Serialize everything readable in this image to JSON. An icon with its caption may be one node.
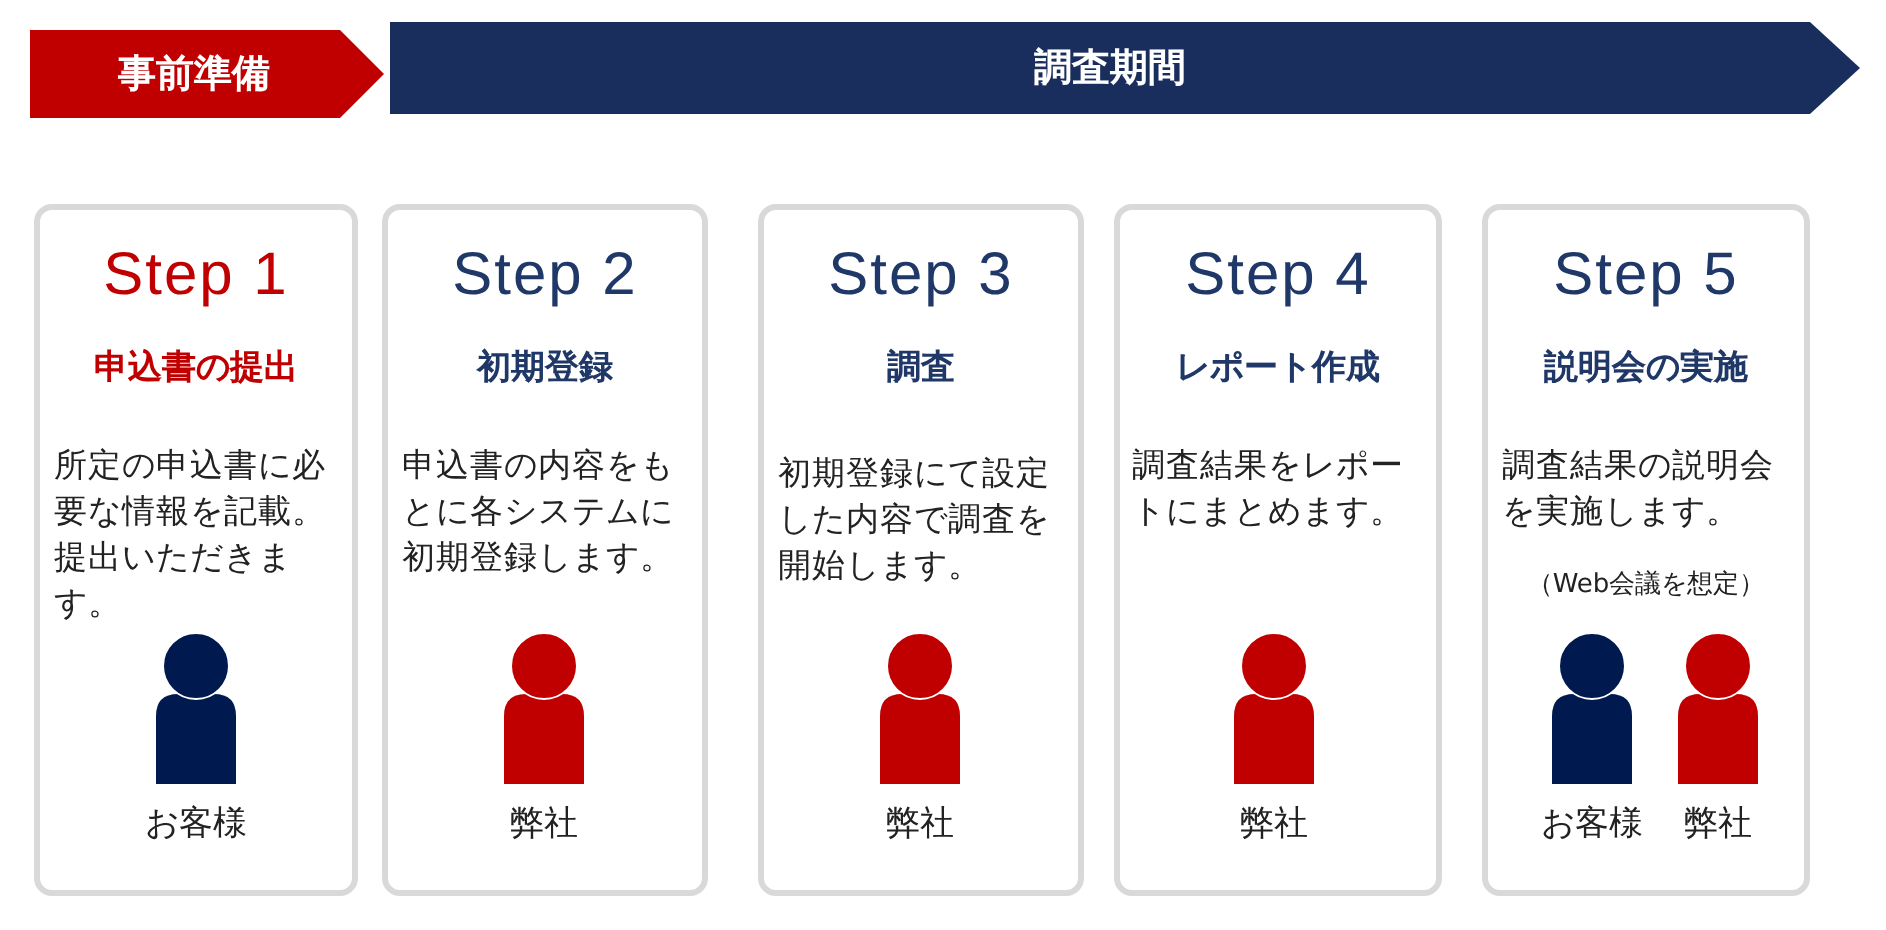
{
  "diagram": {
    "nodes": [
      {
        "text": [
          "事前準備"
        ]
      },
      {
        "text": [
          "調査期間"
        ]
      },
      {
        "text": [
          "Step 1",
          "申込書の提出",
          "所定の申込書に必要な情報を記載。提出いただきます。",
          "お客様"
        ]
      },
      {
        "text": [
          "Step 2",
          "初期登録",
          "申込書の内容をもとに各システムに初期登録します。",
          "弊社"
        ]
      },
      {
        "text": [
          "Step 3",
          "調査",
          "初期登録にて設定した内容で調査を開始します。",
          "弊社"
        ]
      },
      {
        "text": [
          "Step 4",
          "レポート作成",
          "調査結果をレポートにまとめます。",
          "弊社"
        ]
      },
      {
        "text": [
          "Step 5",
          "説明会の実施",
          "調査結果の説明会を実施します。",
          "（Web会議を想定）",
          "お客様",
          "弊社"
        ]
      }
    ]
  }
}
